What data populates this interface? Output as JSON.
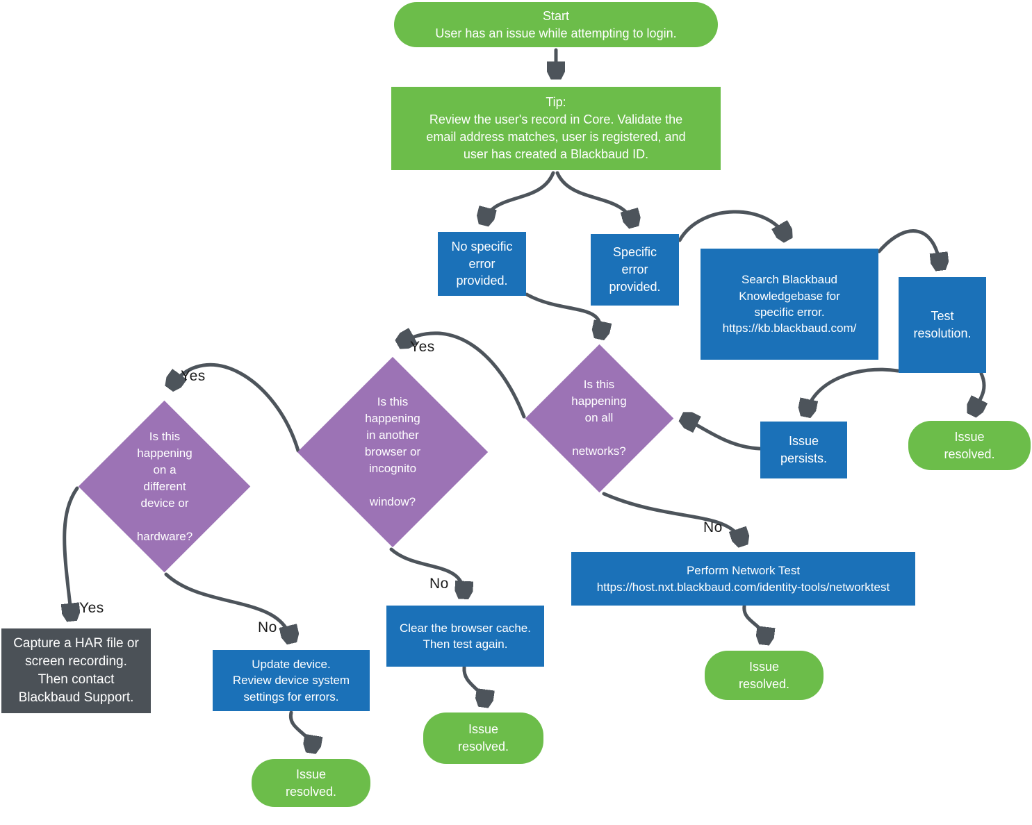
{
  "title": "Login issue troubleshooting flowchart",
  "colors": {
    "green": "#6cbd4a",
    "blue": "#1b71b8",
    "purple": "#9c73b5",
    "gray": "#4b5157",
    "arrow": "#4d545b",
    "label": "#1b1b1b"
  },
  "nodes": {
    "start": {
      "text": "Start\nUser has an issue while attempting to login."
    },
    "tip": {
      "text": "Tip:\nReview the user's record in Core. Validate the\nemail address matches, user is registered, and\nuser has created a Blackbaud ID."
    },
    "no_specific_error": {
      "text": "No specific\nerror\nprovided."
    },
    "specific_error": {
      "text": "Specific\nerror\nprovided."
    },
    "search_kb": {
      "text": "Search Blackbaud\nKnowledgebase for\nspecific error.\nhttps://kb.blackbaud.com/"
    },
    "test_resolution": {
      "text": "Test\nresolution."
    },
    "issue_persists": {
      "text": "Issue\npersists."
    },
    "issue_resolved_test": {
      "text": "Issue\nresolved."
    },
    "decision_networks": {
      "text": "Is this\nhappening\non all\n\nnetworks?"
    },
    "decision_browser": {
      "text": "Is this\nhappening\nin another\nbrowser or\nincognito\n\nwindow?"
    },
    "decision_device": {
      "text": "Is this\nhappening\non a\ndifferent\ndevice or\n\nhardware?"
    },
    "capture_har": {
      "text": "Capture a HAR file or\nscreen recording.\nThen contact\nBlackbaud Support."
    },
    "update_device": {
      "text": "Update device.\nReview device system\nsettings for errors."
    },
    "clear_cache": {
      "text": "Clear the browser cache.\nThen test again."
    },
    "network_test": {
      "text": "Perform Network Test\nhttps://host.nxt.blackbaud.com/identity-tools/networktest"
    },
    "issue_resolved_update": {
      "text": "Issue\nresolved."
    },
    "issue_resolved_clear": {
      "text": "Issue\nresolved."
    },
    "issue_resolved_network": {
      "text": "Issue\nresolved."
    }
  },
  "edge_labels": {
    "yes_browser": "Yes",
    "yes_device": "Yes",
    "yes_har": "Yes",
    "no_update": "No",
    "no_clear": "No",
    "no_network": "No"
  }
}
